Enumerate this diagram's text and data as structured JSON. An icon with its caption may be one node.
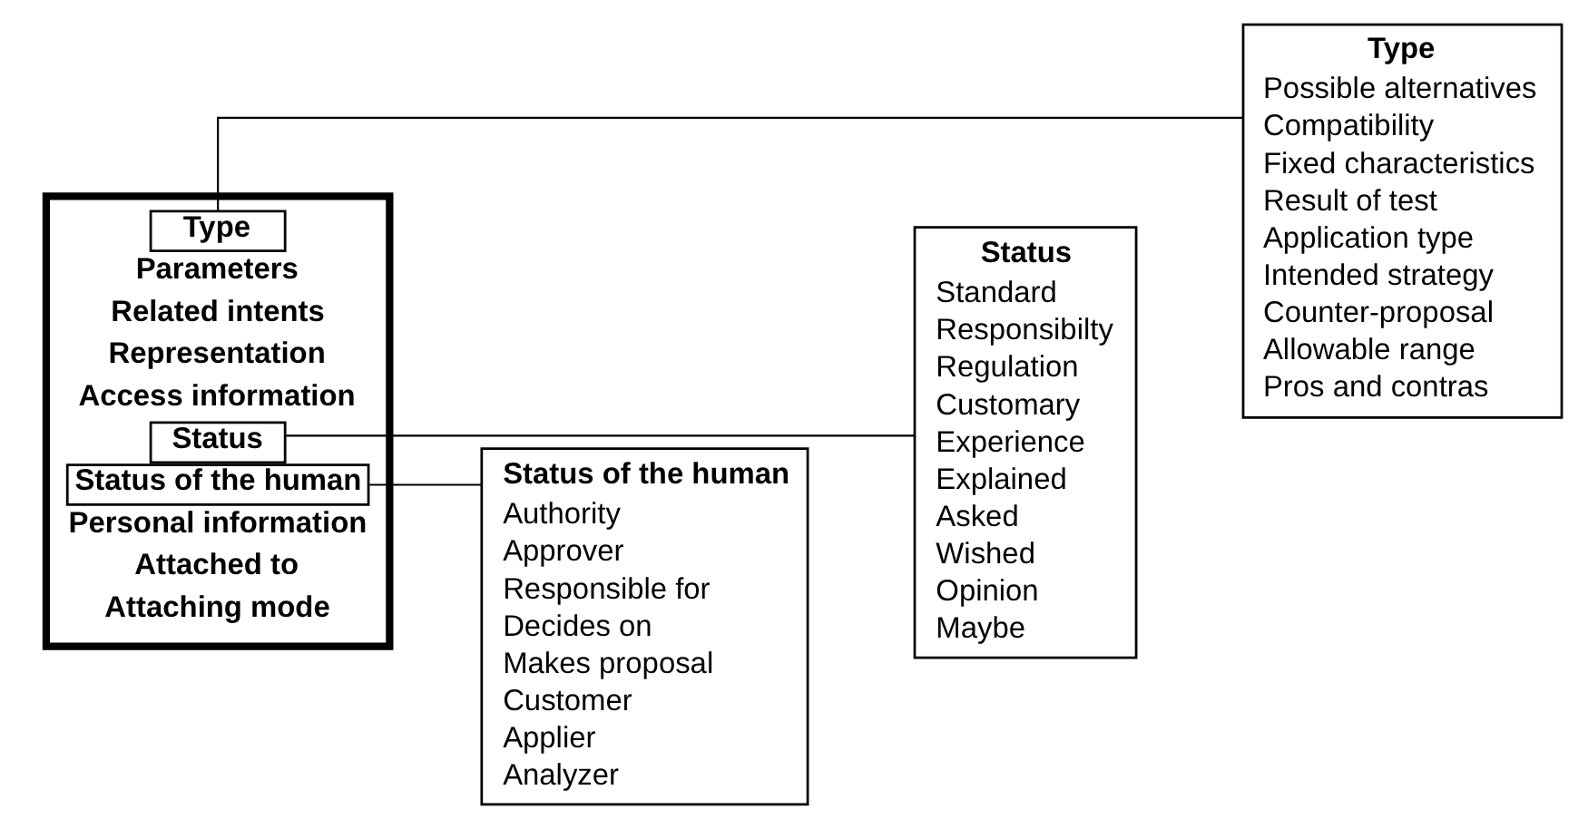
{
  "diagram": {
    "nodes": [
      {
        "text": [],
        "shape": "box"
      },
      {
        "text": [
          "Type"
        ],
        "in": 0
      },
      {
        "text": [
          "Parameters"
        ],
        "in": 0
      },
      {
        "text": [
          "Related intents"
        ],
        "in": 0
      },
      {
        "text": [
          "Representation"
        ],
        "in": 0
      },
      {
        "text": [
          "Access information"
        ],
        "in": 0
      },
      {
        "text": [
          "Status"
        ],
        "in": 0
      },
      {
        "text": [
          "Status of the human"
        ],
        "in": 0
      },
      {
        "text": [
          "Personal information"
        ],
        "in": 0
      },
      {
        "text": [
          "Attached to"
        ],
        "in": 0
      },
      {
        "text": [
          "Attaching mode"
        ],
        "in": 0
      },
      {
        "text": [
          "Status",
          "Standard",
          "Responsibilty",
          "Regulation",
          "Customary",
          "Experience",
          "Explained",
          "Asked",
          "Wished",
          "Opinion",
          "Maybe"
        ]
      },
      {
        "text": [
          "Type",
          "Possible alternatives",
          "Compatibility",
          "Fixed characteristics",
          "Result of test",
          "Application type",
          "Intended strategy",
          "Counter-proposal",
          "Allowable range",
          "Pros and contras"
        ]
      },
      {
        "text": [
          "Status of the human",
          "Authority",
          "Approver",
          "Responsible for",
          "Decides on",
          "Makes proposal",
          "Customer",
          "Applier",
          "Analyzer"
        ]
      }
    ],
    "edges": [
      {
        "from": 1,
        "to": 12,
        "arrow": "none"
      },
      {
        "from": 6,
        "to": 11,
        "arrow": "none"
      },
      {
        "from": 7,
        "to": 13,
        "arrow": "none"
      }
    ]
  }
}
